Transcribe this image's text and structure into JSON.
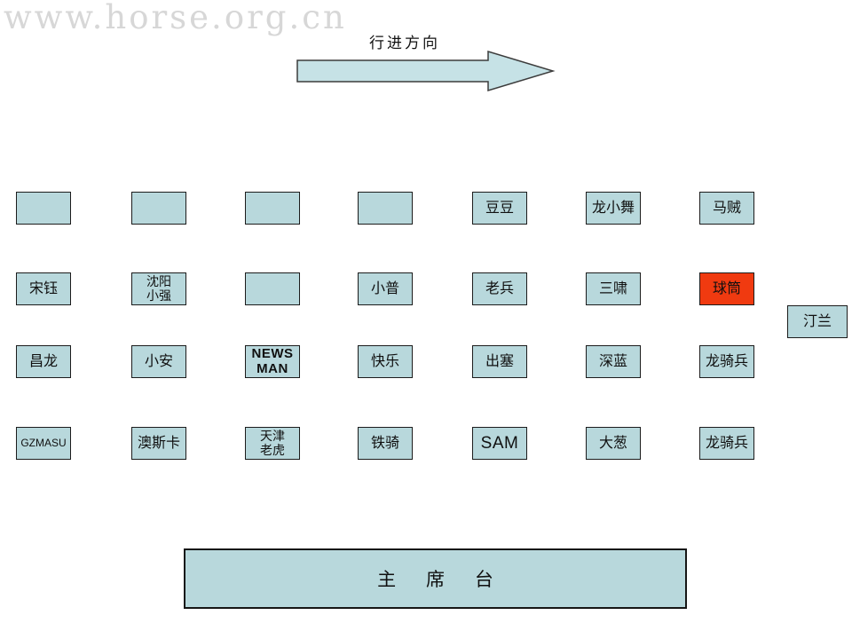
{
  "watermark": "www.horse.org.cn",
  "arrow": {
    "label": "行进方向"
  },
  "colors": {
    "box_fill": "#b8d8dc",
    "box_border": "#1c1c1c",
    "highlight_fill": "#f03a10",
    "arrow_fill": "#c6e2e6"
  },
  "formation": {
    "rows": [
      [
        {
          "label": ""
        },
        {
          "label": ""
        },
        {
          "label": ""
        },
        {
          "label": ""
        },
        {
          "label": "豆豆"
        },
        {
          "label": "龙小舞"
        },
        {
          "label": "马贼"
        }
      ],
      [
        {
          "label": "宋钰"
        },
        {
          "label": "沈阳\n小强"
        },
        {
          "label": ""
        },
        {
          "label": "小普"
        },
        {
          "label": "老兵"
        },
        {
          "label": "三啸"
        },
        {
          "label": "球筒",
          "highlight": true
        }
      ],
      [
        {
          "label": "昌龙"
        },
        {
          "label": "小安"
        },
        {
          "label": "NEWS\nMAN"
        },
        {
          "label": "快乐"
        },
        {
          "label": "出塞"
        },
        {
          "label": "深蓝"
        },
        {
          "label": "龙骑兵"
        }
      ],
      [
        {
          "label": "GZMASU"
        },
        {
          "label": "澳斯卡"
        },
        {
          "label": "天津\n老虎"
        },
        {
          "label": "铁骑"
        },
        {
          "label": "SAM"
        },
        {
          "label": "大葱"
        },
        {
          "label": "龙骑兵"
        }
      ]
    ]
  },
  "side_box": {
    "label": "汀兰"
  },
  "stage": {
    "label": "主 席 台"
  }
}
